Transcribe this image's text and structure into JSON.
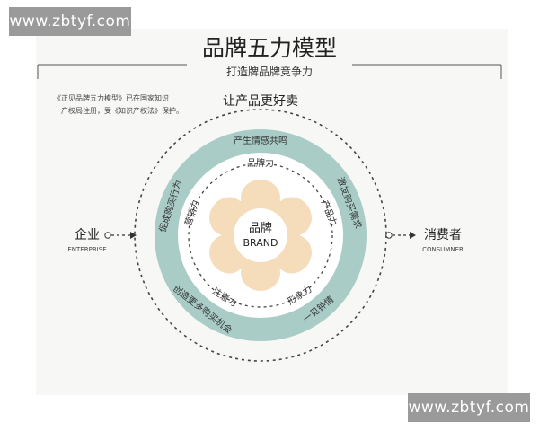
{
  "watermark": {
    "text": "www.zbtyf.com"
  },
  "header": {
    "title": "品牌五力模型",
    "subtitle": "打造牌品牌竞争力"
  },
  "note": {
    "line1": "《正见品牌五力模型》已在国家知识",
    "line2": "产权局注册，受《知识产权法》保护。"
  },
  "diagram": {
    "top_label": "让产品更好卖",
    "center_line1": "品牌",
    "center_line2": "BRAND",
    "left": {
      "label": "企业",
      "sub": "ENTERPRISE"
    },
    "right": {
      "label": "消费者",
      "sub": "CONSUMNER"
    },
    "outer_ring": [
      "产生情感共鸣",
      "激发购买需求",
      "一见钟情",
      "创造更多购买机会",
      "促成购买行为"
    ],
    "inner_labels": [
      "品牌力",
      "产品力",
      "形象力",
      "注意力",
      "营销力"
    ],
    "colors": {
      "ring": "#a9cdc6",
      "petal": "#f5dcbb",
      "ink": "#333333",
      "dash": "#444444"
    }
  }
}
